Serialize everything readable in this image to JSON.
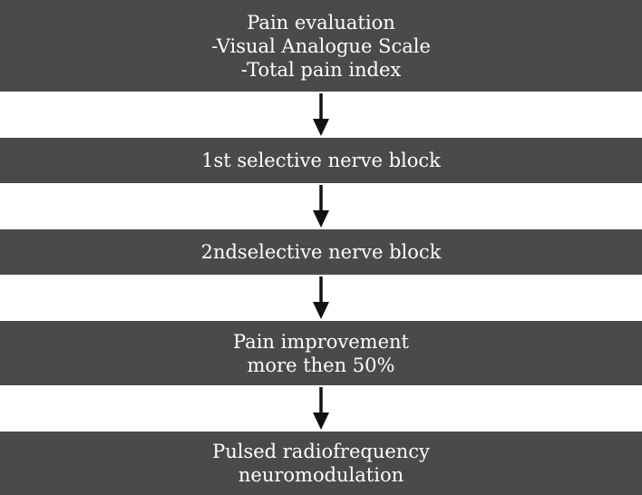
{
  "flowchart": {
    "steps": [
      {
        "lines": [
          "Pain evaluation",
          "-Visual Analogue Scale",
          "-Total pain index"
        ]
      },
      {
        "lines": [
          "1st selective nerve block"
        ]
      },
      {
        "lines": [
          "2ndselective nerve block"
        ]
      },
      {
        "lines": [
          "Pain improvement",
          "more then 50%"
        ]
      },
      {
        "lines": [
          "Pulsed radiofrequency",
          "neuromodulation"
        ]
      }
    ]
  },
  "colors": {
    "box_fill": "#4a4a4a",
    "box_text": "#ffffff",
    "arrow": "#111111"
  }
}
